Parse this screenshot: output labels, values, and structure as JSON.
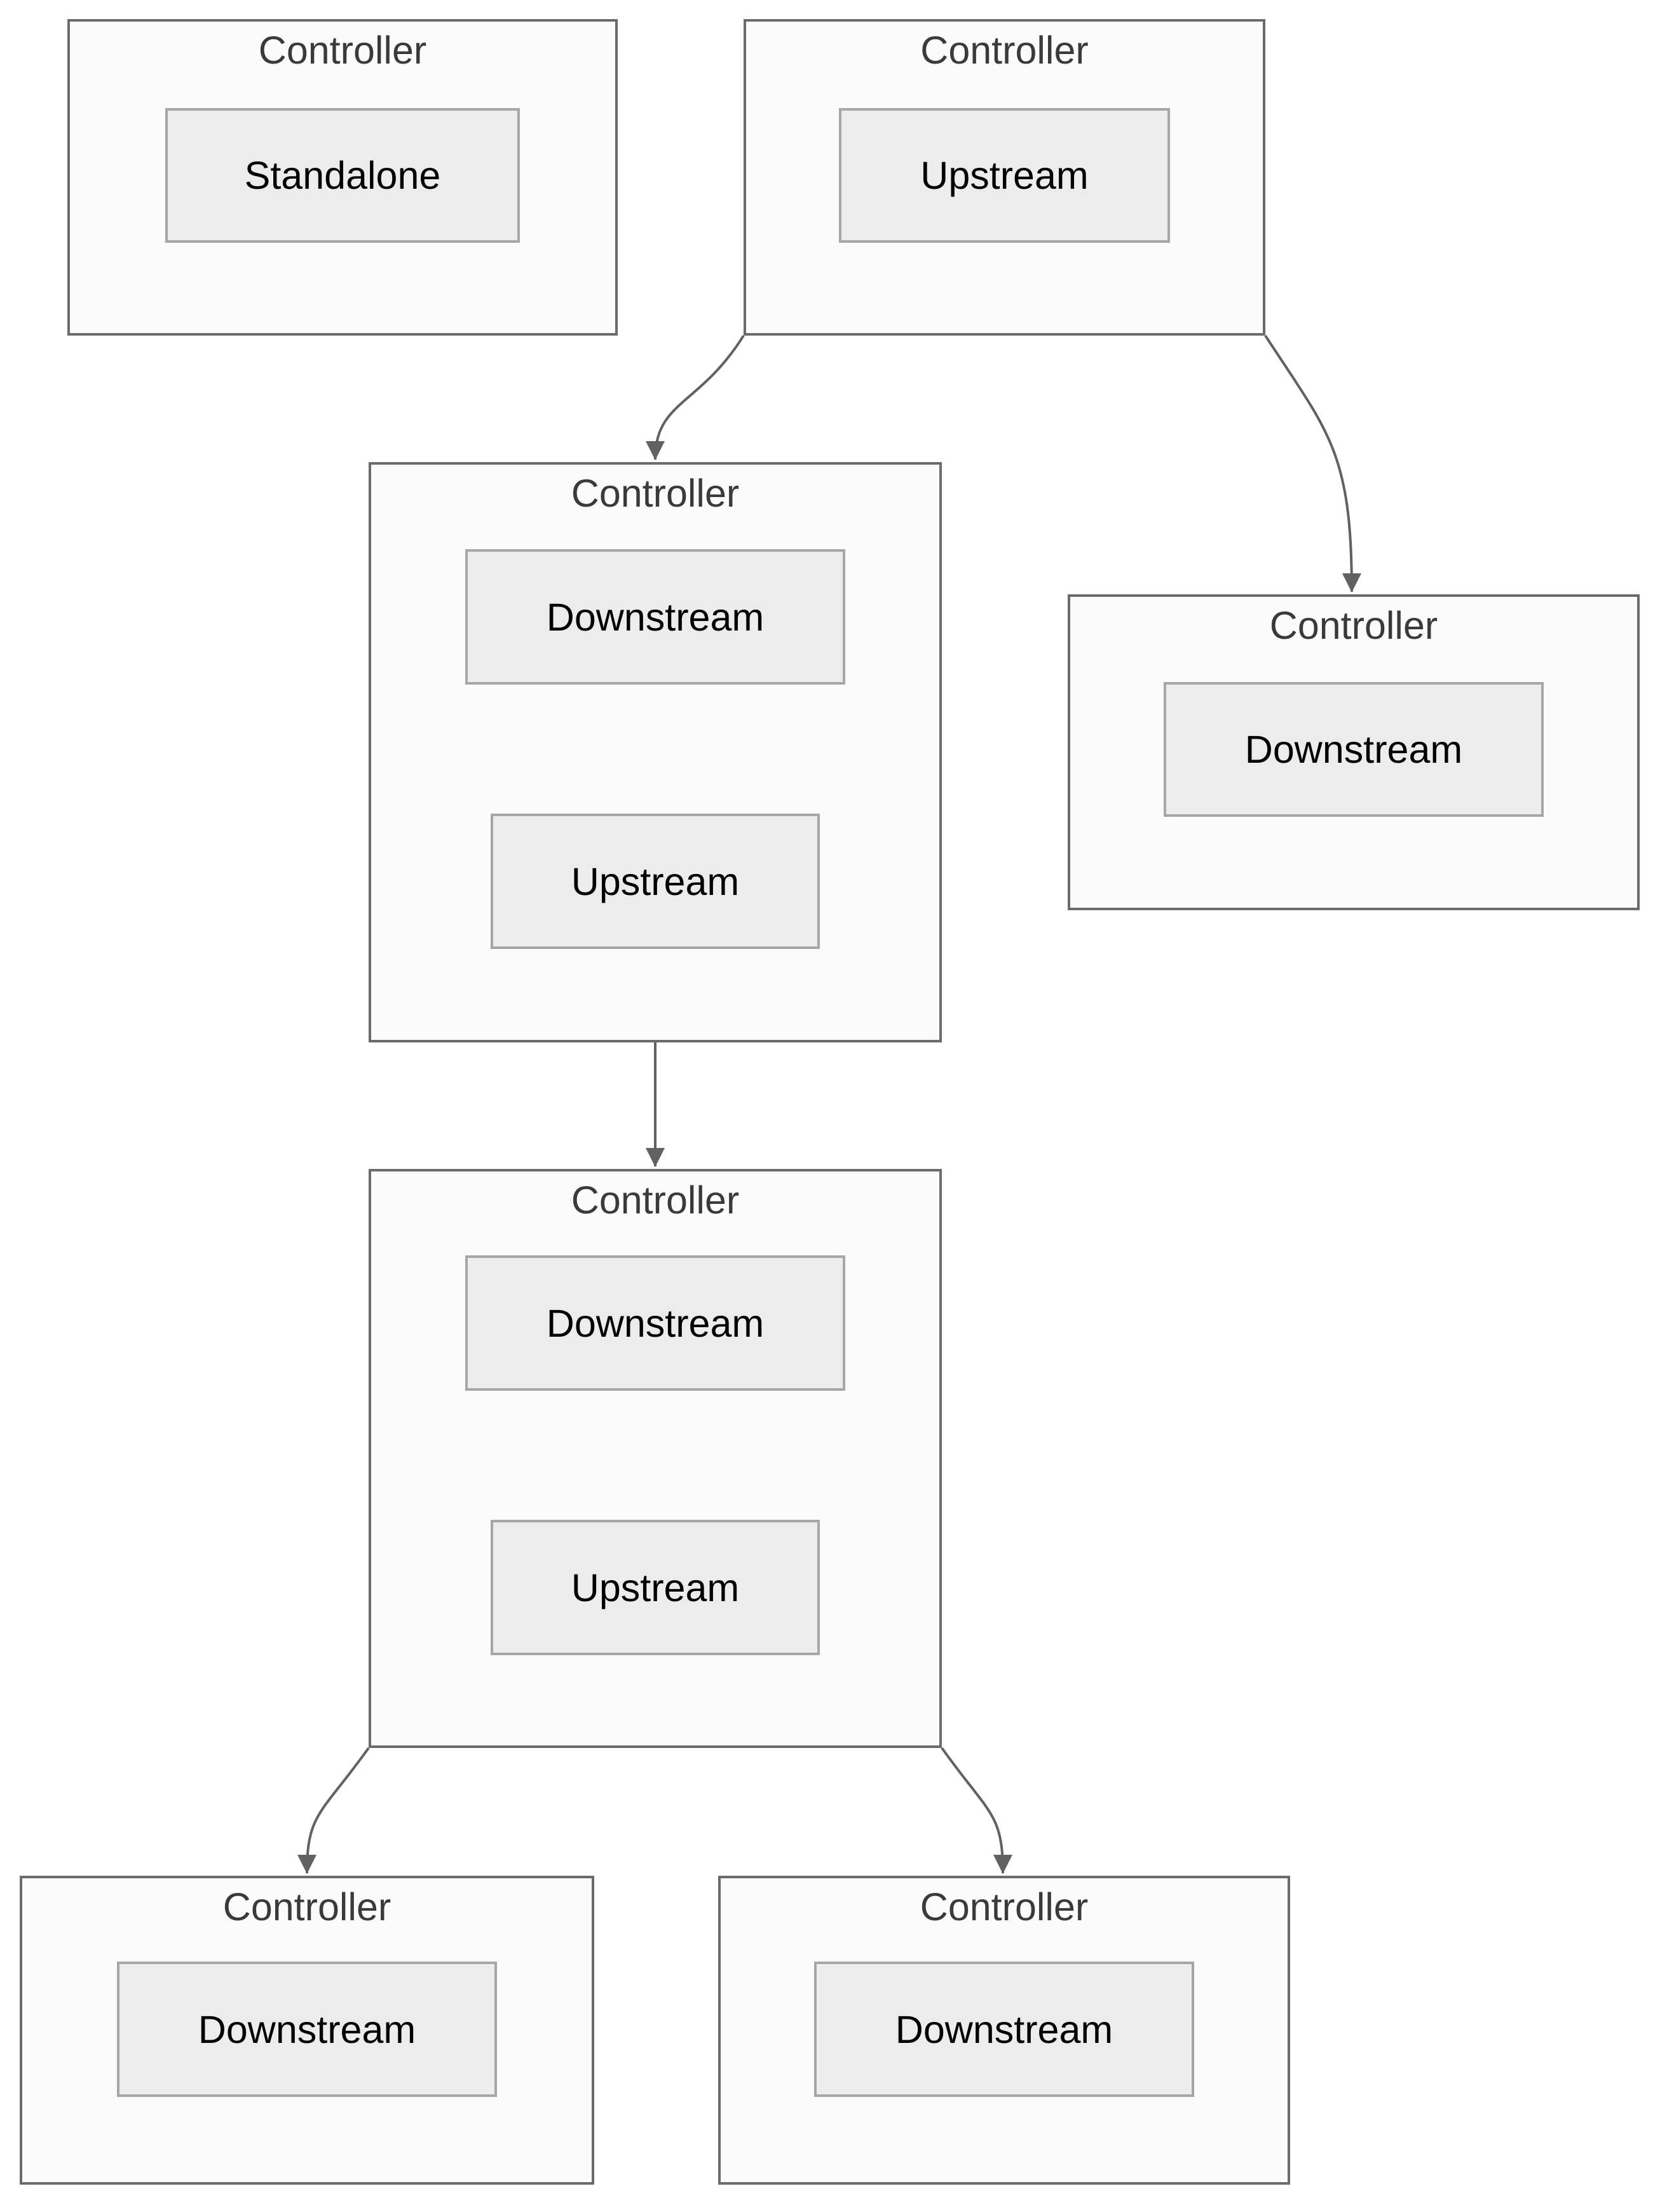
{
  "diagram": {
    "colors": {
      "group_fill": "#fbfbfb",
      "group_border": "#6b6b6b",
      "child_fill": "#ececec",
      "child_border": "#a6a6a6",
      "title_text": "#3a3a3a",
      "child_text": "#000000",
      "arrow": "#616161",
      "background": "#ffffff"
    },
    "nodes": [
      {
        "id": "standalone-controller",
        "title": "Controller",
        "children": [
          {
            "label": "Standalone"
          }
        ]
      },
      {
        "id": "root-controller",
        "title": "Controller",
        "children": [
          {
            "label": "Upstream"
          }
        ]
      },
      {
        "id": "mid-upper-controller",
        "title": "Controller",
        "children": [
          {
            "label": "Downstream"
          },
          {
            "label": "Upstream"
          }
        ]
      },
      {
        "id": "right-leaf-controller",
        "title": "Controller",
        "children": [
          {
            "label": "Downstream"
          }
        ]
      },
      {
        "id": "mid-lower-controller",
        "title": "Controller",
        "children": [
          {
            "label": "Downstream"
          },
          {
            "label": "Upstream"
          }
        ]
      },
      {
        "id": "leaf-left-controller",
        "title": "Controller",
        "children": [
          {
            "label": "Downstream"
          }
        ]
      },
      {
        "id": "leaf-right-controller",
        "title": "Controller",
        "children": [
          {
            "label": "Downstream"
          }
        ]
      }
    ],
    "edges": [
      {
        "from": "root-controller",
        "to": "mid-upper-controller",
        "style": "curved-arrow"
      },
      {
        "from": "root-controller",
        "to": "right-leaf-controller",
        "style": "curved-arrow"
      },
      {
        "from": "mid-upper-controller",
        "to": "mid-lower-controller",
        "style": "straight-arrow"
      },
      {
        "from": "mid-lower-controller",
        "to": "leaf-left-controller",
        "style": "curved-arrow"
      },
      {
        "from": "mid-lower-controller",
        "to": "leaf-right-controller",
        "style": "curved-arrow"
      }
    ]
  }
}
